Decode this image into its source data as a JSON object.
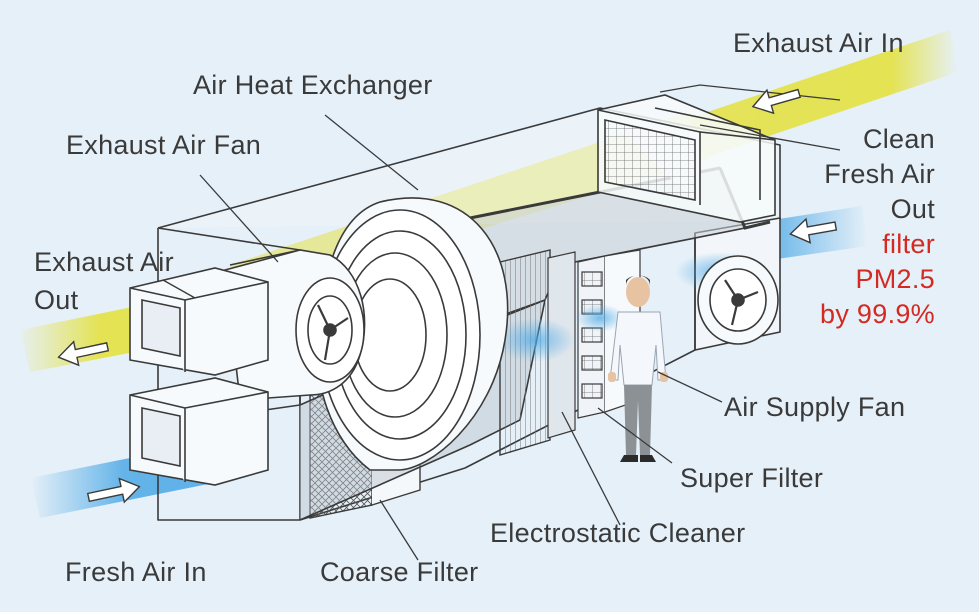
{
  "labels": {
    "exhaust_air_in": "Exhaust Air In",
    "air_heat_exchanger": "Air Heat Exchanger",
    "exhaust_air_fan": "Exhaust Air Fan",
    "clean_fresh_air_out": [
      "Clean",
      "Fresh Air",
      "Out"
    ],
    "filter_claim": [
      "filter",
      "PM2.5",
      "by 99.9%"
    ],
    "exhaust_air_out": [
      "Exhaust Air",
      "Out"
    ],
    "air_supply_fan": "Air Supply Fan",
    "super_filter": "Super Filter",
    "electrostatic_cleaner": "Electrostatic Cleaner",
    "fresh_air_in": "Fresh Air In",
    "coarse_filter": "Coarse Filter"
  },
  "icons": {
    "exhaust_air_in": "arrow-left-icon",
    "exhaust_air_out": "arrow-left-icon",
    "fresh_air_in": "arrow-right-icon",
    "clean_fresh_air_out": "arrow-left-icon",
    "person": "person-icon"
  },
  "colors": {
    "background": "#e6f0f8",
    "exhaust_stream": "#e4e24a",
    "fresh_stream": "#4da9e6",
    "outline": "#3a3a3a",
    "label_text": "#3a3a3a",
    "highlight_text": "#d42a22"
  }
}
